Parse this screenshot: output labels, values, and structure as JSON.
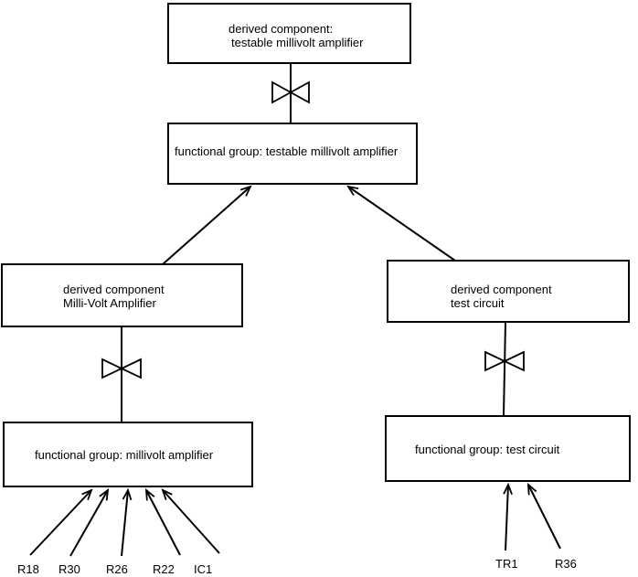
{
  "diagram": {
    "nodes": {
      "derived_testable": {
        "line1": "derived component:",
        "line2": "testable millivolt amplifier"
      },
      "fg_testable": {
        "label": "functional group: testable millivolt amplifier"
      },
      "derived_millivolt": {
        "line1": "derived component",
        "line2": "Milli-Volt Amplifier"
      },
      "derived_test": {
        "line1": "derived component",
        "line2": "test circuit"
      },
      "fg_millivolt": {
        "label": "functional group: millivolt amplifier"
      },
      "fg_test": {
        "label": "functional group: test circuit"
      }
    },
    "leaf_components": {
      "millivolt": [
        "R18",
        "R30",
        "R26",
        "R22",
        "IC1"
      ],
      "test": [
        "TR1",
        "R36"
      ]
    },
    "colors": {
      "line": "#000000",
      "background": "#ffffff",
      "node_fill": "#ffffff",
      "text": "#000000"
    }
  }
}
